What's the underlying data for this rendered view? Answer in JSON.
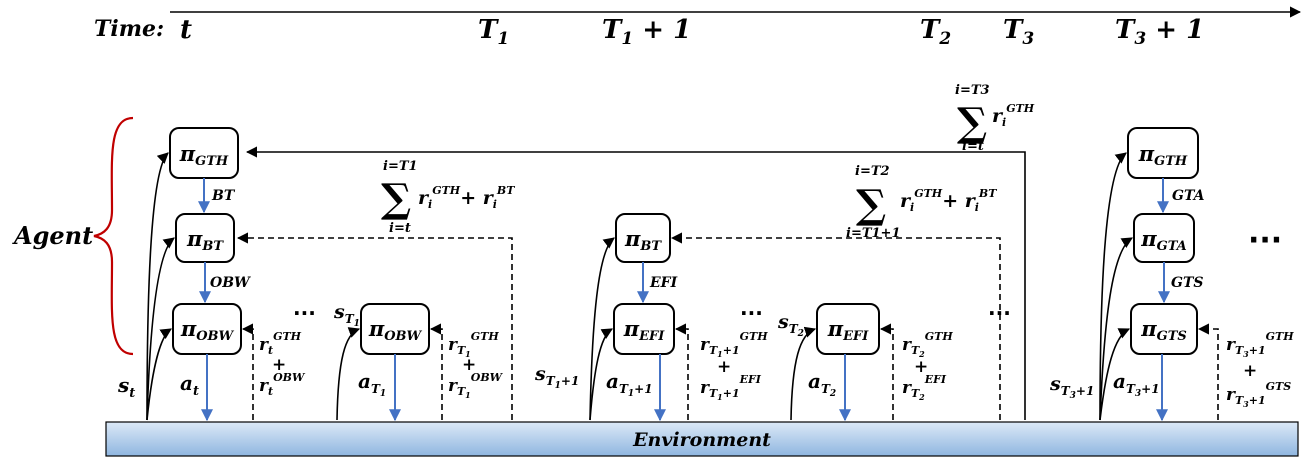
{
  "colors": {
    "brace": "#c00000",
    "arrow_down": "#4472c4",
    "env_top": "#dce9f7",
    "env_bottom": "#8fb6e0",
    "ink": "#000000"
  },
  "timeline": {
    "label": "Time:",
    "marks": [
      "t",
      "T",
      "T",
      "T",
      "T",
      "T"
    ],
    "subs": [
      "",
      "1",
      "1",
      "2",
      "3",
      "3"
    ],
    "plus": [
      "",
      "",
      " + 1",
      "",
      "",
      " + 1"
    ]
  },
  "agent_label": "Agent",
  "environment_label": "Environment",
  "policies": {
    "pi": "π",
    "gth": "GTH",
    "bt": "BT",
    "obw": "OBW",
    "efi": "EFI",
    "gta": "GTA",
    "gts": "GTS"
  },
  "edges": {
    "bt": "BT",
    "obw": "OBW",
    "efi": "EFI",
    "gta": "GTA",
    "gts": "GTS"
  },
  "symbols": {
    "s": "s",
    "a": "a",
    "r": "r",
    "plus": "+",
    "sum": "∑",
    "dots": "···"
  },
  "subscripts": {
    "t": "t",
    "T1": "T",
    "T1_num": "1",
    "T1p1_plus": "+1",
    "T2_num": "2",
    "T3_num": "3",
    "i": "i",
    "i_eq_t": "i=t",
    "i_eq_T1p1": "i=T",
    "limit_T1": "i=T",
    "limit_T2": "i=T",
    "limit_T3": "i=T"
  },
  "sums": {
    "upper_1": "i=T1",
    "upper_2": "i=T2",
    "upper_3": "i=T3",
    "lower_1": "i=t",
    "lower_2": "i=T1+1",
    "lower_3": "i=t",
    "plus_bt": "+ r",
    "term_sup_gth": "GTH",
    "term_sup_bt": "BT"
  }
}
